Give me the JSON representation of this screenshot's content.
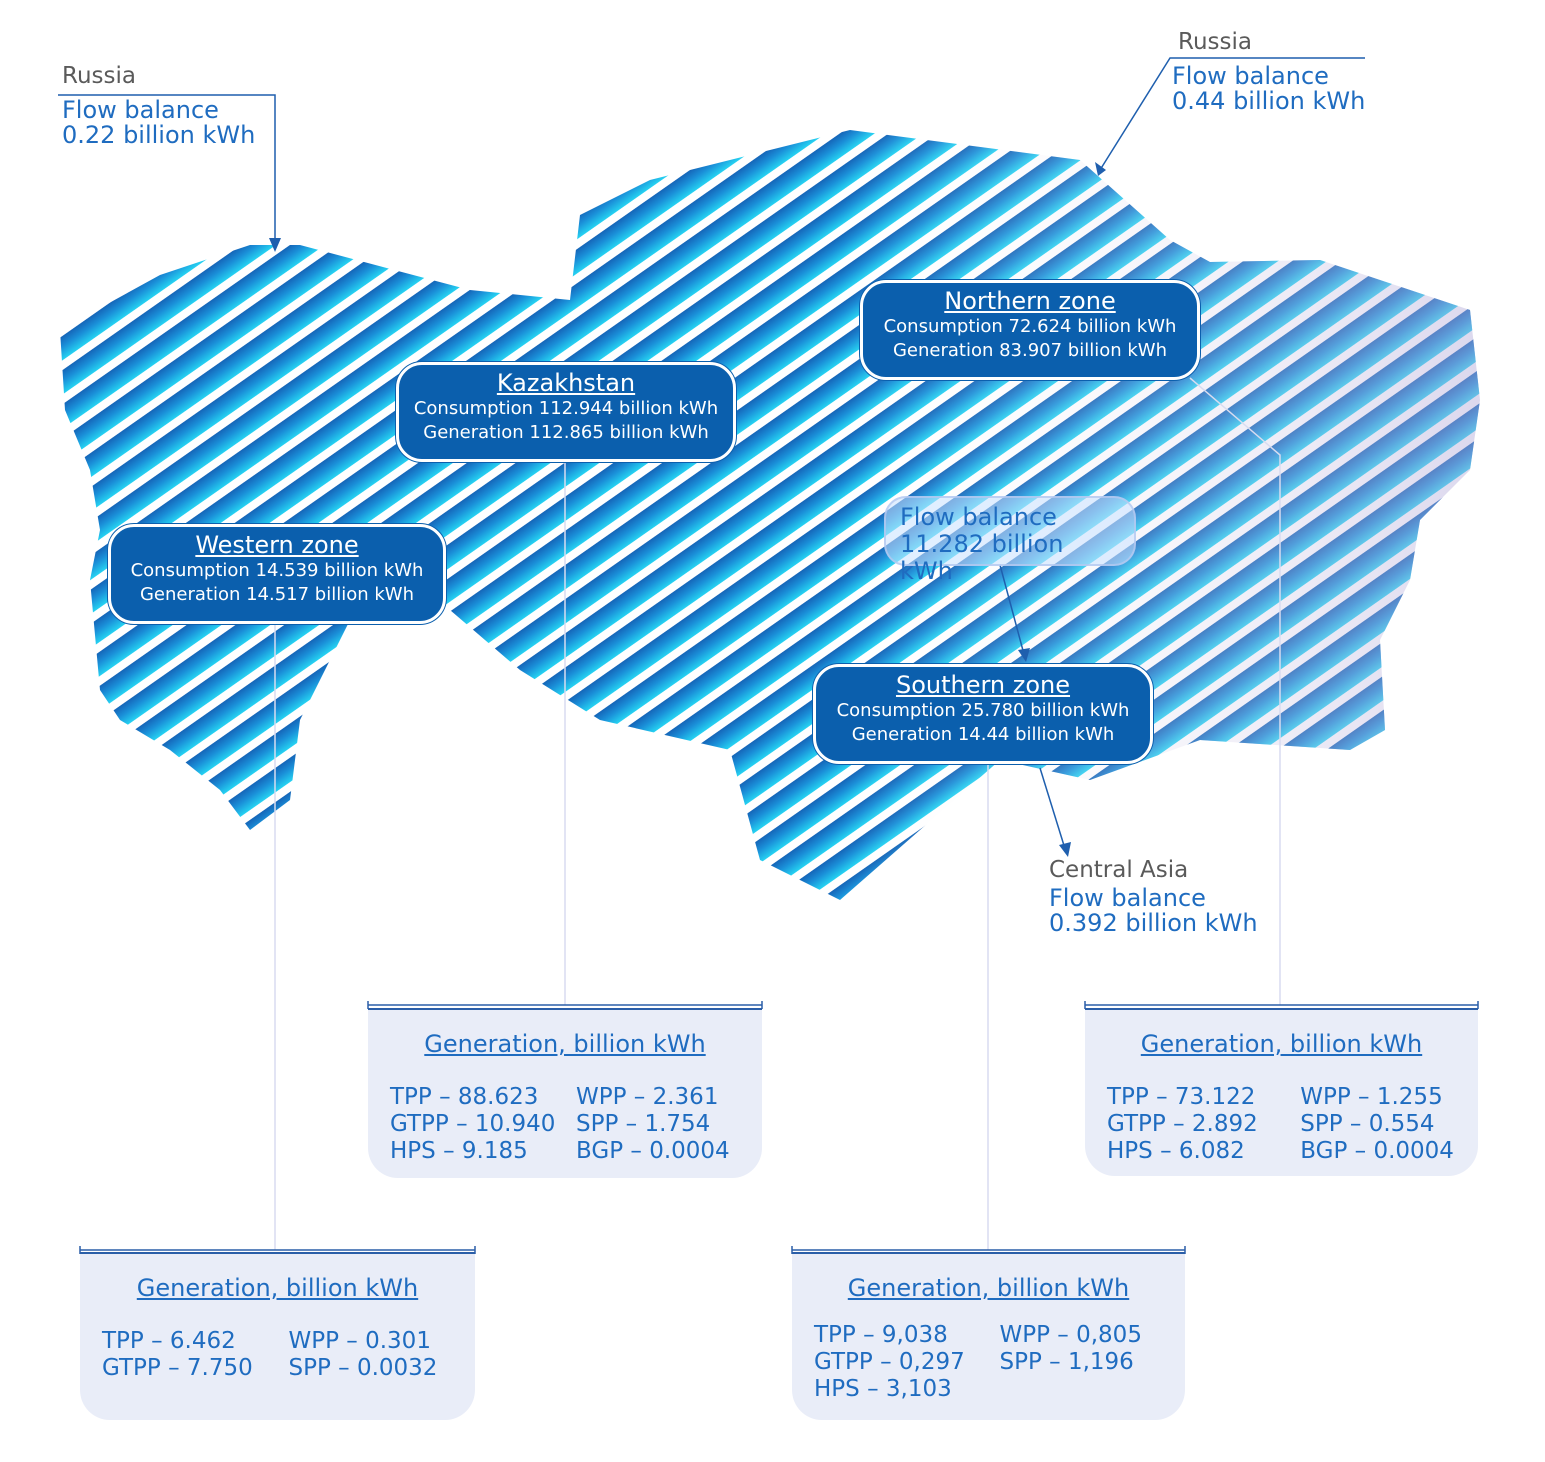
{
  "russia_west": {
    "region": "Russia",
    "title": "Flow balance",
    "value": "0.22  billion kWh"
  },
  "russia_north": {
    "region": "Russia",
    "title": "Flow balance",
    "value": "0.44 billion kWh"
  },
  "central_asia": {
    "region": "Central Asia",
    "title": "Flow balance",
    "value": "0.392 billion kWh"
  },
  "internal_flow": {
    "title": "Flow balance",
    "value": "11.282 billion kWh"
  },
  "zones": {
    "kazakhstan": {
      "title": "Kazakhstan",
      "consumption": "Consumption 112.944 billion kWh",
      "generation": "Generation 112.865 billion kWh"
    },
    "northern": {
      "title": "Northern zone",
      "consumption": "Consumption 72.624  billion kWh",
      "generation": "Generation 83.907 billion kWh"
    },
    "western": {
      "title": "Western zone",
      "consumption": "Consumption 14.539 billion kWh",
      "generation": "Generation 14.517 billion kWh"
    },
    "southern": {
      "title": "Southern zone",
      "consumption": "Consumption 25.780 billion kWh",
      "generation": "Generation 14.44 billion kWh"
    }
  },
  "generation": {
    "kazakhstan": {
      "title": "Generation, billion kWh",
      "left": [
        "TPP – 88.623",
        "GTPP – 10.940",
        "HPS – 9.185"
      ],
      "right": [
        "WPP – 2.361",
        "SPP – 1.754",
        "BGP – 0.0004"
      ]
    },
    "northern": {
      "title": "Generation, billion kWh",
      "left": [
        "TPP – 73.122",
        "GTPP – 2.892",
        "HPS – 6.082"
      ],
      "right": [
        "WPP – 1.255",
        "SPP – 0.554",
        "BGP – 0.0004"
      ]
    },
    "western": {
      "title": "Generation, billion kWh",
      "left": [
        "TPP – 6.462",
        "GTPP – 7.750"
      ],
      "right": [
        "WPP – 0.301",
        "SPP – 0.0032"
      ]
    },
    "southern": {
      "title": "Generation, billion kWh",
      "left": [
        "TPP – 9,038",
        "GTPP – 0,297",
        "HPS – 3,103"
      ],
      "right": [
        "WPP – 0,805",
        "SPP – 1,196"
      ]
    }
  },
  "colors": {
    "zone_bg": "#0b5fad",
    "text_blue": "#1f6cc0",
    "panel_bg": "#e9edf8",
    "stripe_dark": "#1565b8",
    "stripe_light": "#1fc8ee"
  }
}
